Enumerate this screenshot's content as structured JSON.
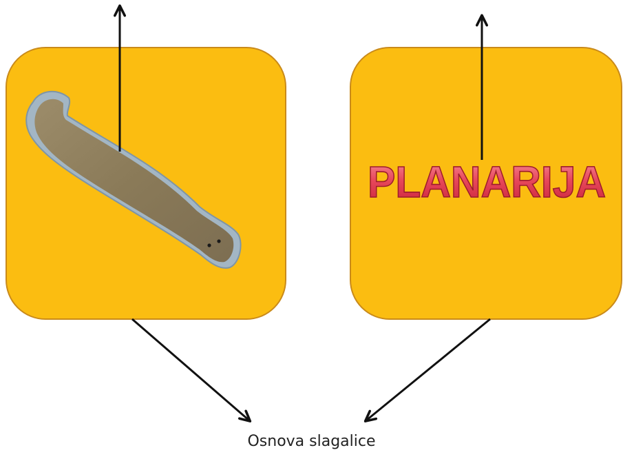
{
  "diagram": {
    "card_color": "#fbbd11",
    "card_border_color": "#c98a1a",
    "word_fill_top": "#f46b7a",
    "word_fill_bottom": "#d42b3f",
    "word_stroke": "#9c1c2b",
    "arrow_color": "#111111",
    "left_card": {
      "icon": "planarian-flatworm-image"
    },
    "right_card": {
      "word": "PLANARIJA"
    },
    "caption": "Osnova slagalice"
  }
}
